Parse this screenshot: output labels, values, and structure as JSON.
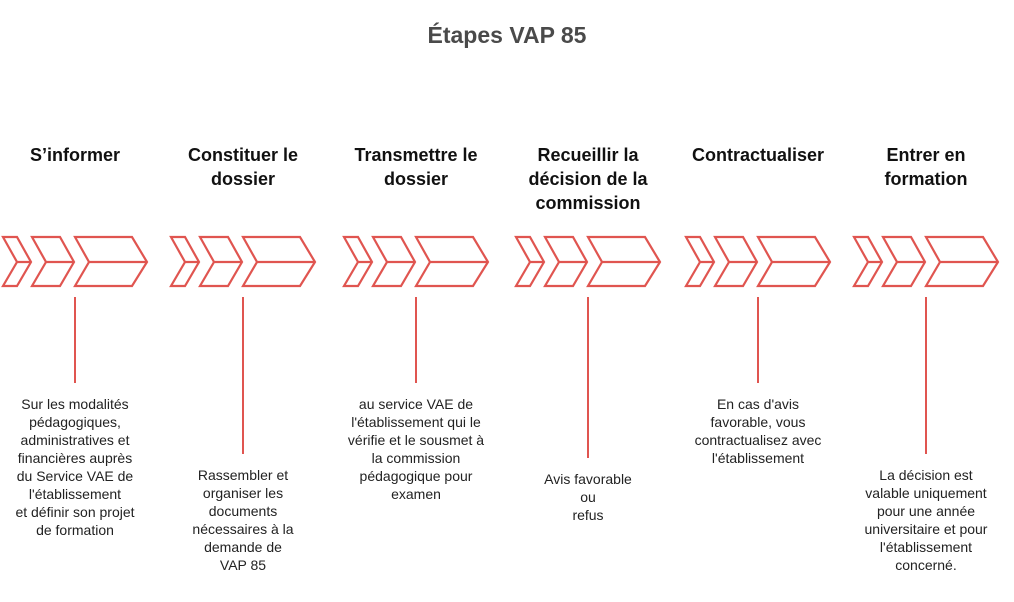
{
  "title": "Étapes VAP 85",
  "accent_color": "#e05550",
  "steps": [
    {
      "heading": "S’informer",
      "text": "Sur les modalités\npédagogiques,\nadministratives et\nfinancières auprès\ndu Service VAE de\nl'établissement\n et définir son projet\nde formation"
    },
    {
      "heading": "Constituer le dossier",
      "text": "Rassembler et\norganiser les\ndocuments\nnécessaires à la\ndemande de\nVAP 85"
    },
    {
      "heading": "Transmettre le dossier",
      "text": "au service VAE de\nl'établissement qui le\nvérifie et le sousmet à\nla commission\npédagogique pour\nexamen"
    },
    {
      "heading": "Recueillir la décision de la commission",
      "text": "Avis favorable\nou\nrefus"
    },
    {
      "heading": "Contractualiser",
      "text": "En cas d'avis\nfavorable, vous\ncontractualisez avec\nl'établissement"
    },
    {
      "heading": "Entrer en formation",
      "text": "La décision est\nvalable uniquement\npour une année\nuniversitaire et pour\nl'établissement\nconcerné."
    }
  ]
}
